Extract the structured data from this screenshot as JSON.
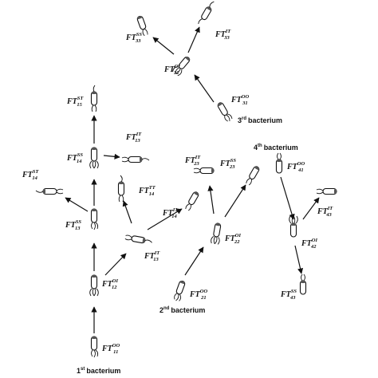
{
  "diagram": {
    "captions": [
      {
        "id": "b1",
        "num": "1",
        "sup": "st",
        "word": "bacterium"
      },
      {
        "id": "b2",
        "num": "2",
        "sup": "nd",
        "word": "bacterium"
      },
      {
        "id": "b3",
        "num": "3",
        "sup": "rd",
        "word": "bacterium"
      },
      {
        "id": "b4",
        "num": "4",
        "sup": "th",
        "word": "bacterium"
      }
    ],
    "nodes": [
      {
        "id": "n11",
        "base": "FT",
        "sup": "OO",
        "sub": "11"
      },
      {
        "id": "n12",
        "base": "FT",
        "sup": "OI",
        "sub": "12"
      },
      {
        "id": "n13",
        "base": "FT",
        "sup": "IT",
        "sub": "13"
      },
      {
        "id": "n13s",
        "base": "FT",
        "sup": "SS",
        "sub": "13"
      },
      {
        "id": "n14a",
        "base": "FT",
        "sup": "SS",
        "sub": "14"
      },
      {
        "id": "n15",
        "base": "FT",
        "sup": "ST",
        "sub": "15"
      },
      {
        "id": "n13b",
        "base": "FT",
        "sup": "IT",
        "sub": "13"
      },
      {
        "id": "n14b",
        "base": "FT",
        "sup": "ST",
        "sub": "14"
      },
      {
        "id": "n14c",
        "base": "FT",
        "sup": "TT",
        "sub": "14"
      },
      {
        "id": "n14d",
        "base": "FT",
        "sup": "IT",
        "sub": "14"
      },
      {
        "id": "n21",
        "base": "FT",
        "sup": "OO",
        "sub": "21"
      },
      {
        "id": "n22",
        "base": "FT",
        "sup": "OI",
        "sub": "22"
      },
      {
        "id": "n23a",
        "base": "FT",
        "sup": "IT",
        "sub": "23"
      },
      {
        "id": "n23b",
        "base": "FT",
        "sup": "SS",
        "sub": "23"
      },
      {
        "id": "n31",
        "base": "FT",
        "sup": "OO",
        "sub": "31"
      },
      {
        "id": "n32",
        "base": "FT",
        "sup": "OI",
        "sub": "32"
      },
      {
        "id": "n33a",
        "base": "FT",
        "sup": "SS",
        "sub": "33"
      },
      {
        "id": "n33b",
        "base": "FT",
        "sup": "IT",
        "sub": "33"
      },
      {
        "id": "n41",
        "base": "FT",
        "sup": "OO",
        "sub": "41"
      },
      {
        "id": "n42",
        "base": "FT",
        "sup": "OI",
        "sub": "42"
      },
      {
        "id": "n43a",
        "base": "FT",
        "sup": "IT",
        "sub": "43"
      },
      {
        "id": "n43b",
        "base": "FT",
        "sup": "SS",
        "sub": "43"
      }
    ]
  }
}
